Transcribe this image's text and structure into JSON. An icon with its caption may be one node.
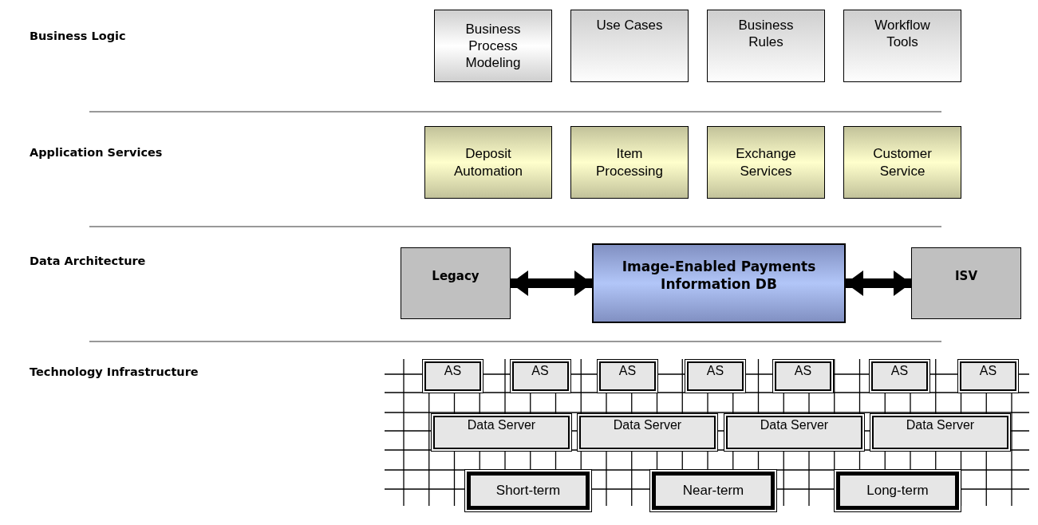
{
  "diagram": {
    "nodes": [
      {
        "text": [
          "Business Process Modeling"
        ]
      },
      {
        "text": [
          "Use Cases"
        ]
      },
      {
        "text": [
          "Business Rules"
        ]
      },
      {
        "text": [
          "Workflow Tools"
        ]
      },
      {
        "text": [
          "Deposit Automation"
        ]
      },
      {
        "text": [
          "Item Processing"
        ]
      },
      {
        "text": [
          "Exchange Services"
        ]
      },
      {
        "text": [
          "Customer Service"
        ]
      },
      {
        "text": [
          "Legacy"
        ]
      },
      {
        "text": [
          "Image-Enabled Payments Information DB"
        ]
      },
      {
        "text": [
          "ISV"
        ]
      },
      {
        "text": [
          "AS"
        ]
      },
      {
        "text": [
          "AS"
        ]
      },
      {
        "text": [
          "AS"
        ]
      },
      {
        "text": [
          "AS"
        ]
      },
      {
        "text": [
          "AS"
        ]
      },
      {
        "text": [
          "AS"
        ]
      },
      {
        "text": [
          "AS"
        ]
      },
      {
        "text": [
          "Data Server"
        ]
      },
      {
        "text": [
          "Data Server"
        ]
      },
      {
        "text": [
          "Data Server"
        ]
      },
      {
        "text": [
          "Data Server"
        ]
      },
      {
        "text": [
          "Short-term"
        ]
      },
      {
        "text": [
          "Near-term"
        ]
      },
      {
        "text": [
          "Long-term"
        ]
      }
    ],
    "edges": [
      {
        "from": 8,
        "to": 9,
        "arrow": "both"
      },
      {
        "from": 9,
        "to": 10,
        "arrow": "both"
      }
    ],
    "labels": [
      "Business Logic",
      "Application Services",
      "Data Architecture",
      "Technology Infrastructure"
    ]
  }
}
